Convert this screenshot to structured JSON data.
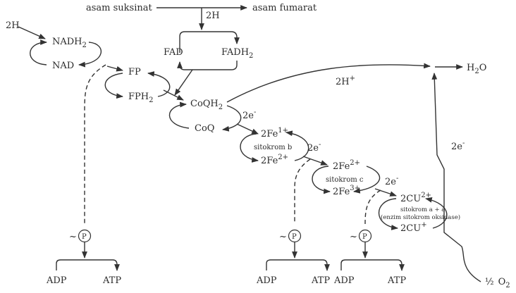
{
  "top": {
    "succinate": "asam suksinat",
    "fumarate": "asam fumarat",
    "h2_top": "2H",
    "h2_left": "2H"
  },
  "nad": {
    "reduced": "NADH",
    "reduced_sub": "2",
    "oxidized": "NAD"
  },
  "fad": {
    "oxidized": "FAD",
    "reduced": "FADH",
    "reduced_sub": "2"
  },
  "fp": {
    "oxidized": "FP",
    "reduced": "FPH",
    "reduced_sub": "2"
  },
  "coq": {
    "reduced": "CoQH",
    "reduced_sub": "2",
    "oxidized": "CoQ"
  },
  "electrons": {
    "label": "2e",
    "sup": "-"
  },
  "proton": {
    "label": "2H",
    "sup": "+"
  },
  "water": {
    "label": "H",
    "sub": "2",
    "tail": "O"
  },
  "oxygen": {
    "half": "½",
    "label": "O",
    "sub": "2"
  },
  "cyt_b": {
    "top": "2Fe",
    "top_sup": "1+",
    "name": "sitokrom b",
    "bottom": "2Fe",
    "bottom_sup": "2+"
  },
  "cyt_c": {
    "top": "2Fe",
    "top_sup": "2+",
    "name": "sitokrom c",
    "bottom": "2Fe",
    "bottom_sup": "3+"
  },
  "cyt_a": {
    "top": "2CU",
    "top_sup": "2+",
    "name": "sitokrom a + a",
    "subname": "(enzim sitokrom oksidase)",
    "bottom": "2CU",
    "bottom_sup": "+"
  },
  "phosphate": {
    "tilde": "~",
    "symbol": "P"
  },
  "atp_sites": [
    {
      "adp": "ADP",
      "atp": "ATP"
    },
    {
      "adp": "ADP",
      "atp": "ATP"
    },
    {
      "adp": "ADP",
      "atp": "ATP"
    }
  ]
}
